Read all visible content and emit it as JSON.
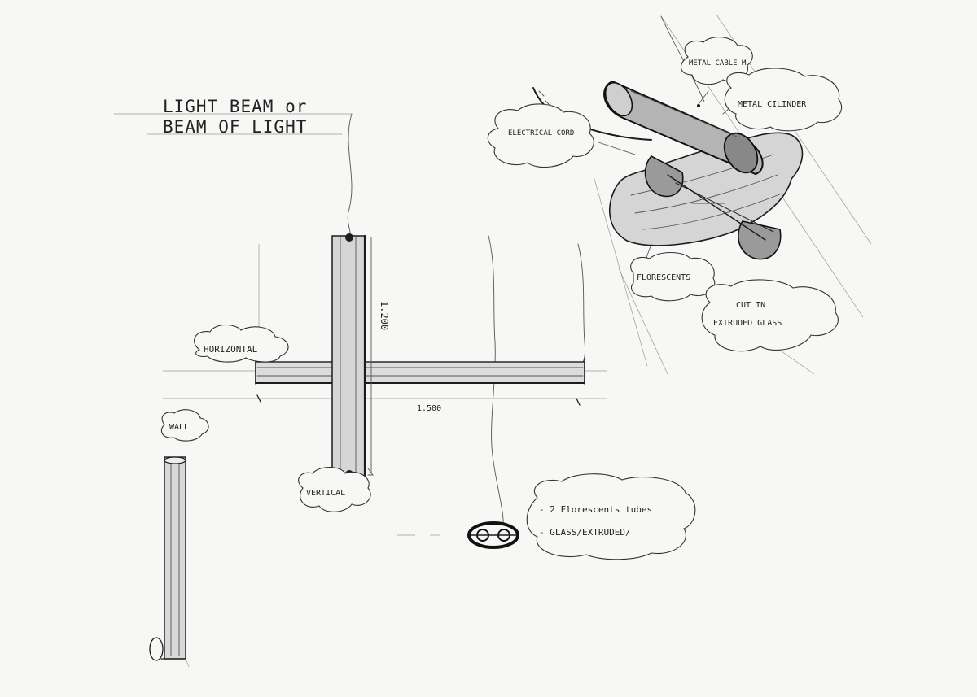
{
  "title": {
    "line1": "LIGHT BEAM or",
    "line2": "BEAM OF LIGHT"
  },
  "labels": {
    "horizontal": "HORIZONTAL",
    "vertical": "VERTICAL",
    "wall": "WALL",
    "metal_cable": "METAL CABLE M",
    "metal_cylinder": "METAL CILINDER",
    "electrical_cord": "ELECTRICAL CORD",
    "fluorescents": "FLORESCENTS",
    "cut_extruded": "CUT IN",
    "cut_extruded_2": "EXTRUDED GLASS",
    "tubes": "- 2 Florescents tubes",
    "glass": "- GLASS/EXTRUDED/"
  },
  "dimensions": {
    "vertical_length": "1.200",
    "horizontal_length": "1.500"
  },
  "colors": {
    "ink": "#1c1c1c",
    "paper": "#f7f7f5",
    "shade": "#bdbdbd"
  }
}
